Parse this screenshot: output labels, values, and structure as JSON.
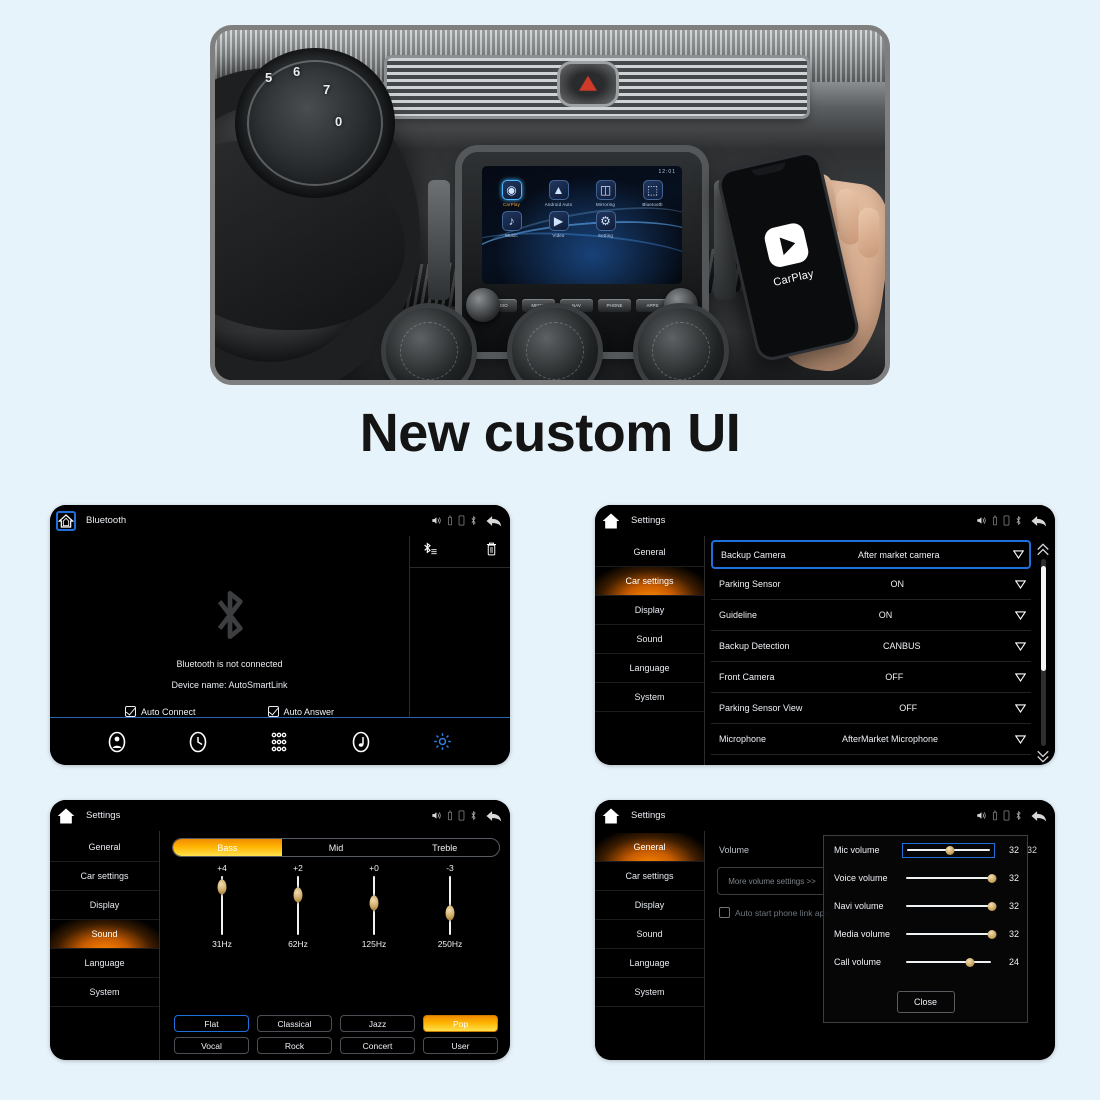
{
  "headline": "New custom UI",
  "hero": {
    "alt_caption": "Car dashboard with head unit showing CarPlay home screen and a hand holding a phone",
    "head_unit": {
      "status_time": "12:01",
      "apps": [
        {
          "label": "CarPlay",
          "icon": "carplay-icon",
          "selected": true
        },
        {
          "label": "Android Auto",
          "icon": "android-auto-icon",
          "selected": false
        },
        {
          "label": "Mirroring",
          "icon": "mirroring-icon",
          "selected": false
        },
        {
          "label": "Bluetooth",
          "icon": "bluetooth-icon",
          "selected": false
        },
        {
          "label": "Music",
          "icon": "music-icon",
          "selected": false
        },
        {
          "label": "Video",
          "icon": "video-icon",
          "selected": false
        },
        {
          "label": "Setting",
          "icon": "settings-icon",
          "selected": false
        }
      ],
      "hard_buttons": [
        "RADIO",
        "MEDIA",
        "NAV",
        "PHONE",
        "APPS"
      ]
    },
    "phone": {
      "app_name": "CarPlay"
    },
    "cluster_numbers": [
      "5",
      "6",
      "7",
      "0"
    ]
  },
  "colors": {
    "page_background": "#e7f3fb",
    "panel_background": "#000000",
    "accent_blue": "#1f6fdc",
    "accent_orange": "#ffb400",
    "accent_orange_deep": "#f08c00",
    "slider_gold": "#c9a45c",
    "text_primary": "#eef1f5"
  },
  "status_icons": [
    "volume-icon",
    "usb-icon",
    "phone-icon",
    "bluetooth-icon",
    "back-arrow-icon"
  ],
  "panels": {
    "bluetooth": {
      "title": "Bluetooth",
      "home_icon": "home-icon",
      "status_message": "Bluetooth is not connected",
      "device_line": "Device name: AutoSmartLink",
      "checkboxes": [
        {
          "label": "Auto Connect",
          "checked": true
        },
        {
          "label": "Auto Answer",
          "checked": true
        }
      ],
      "side_actions": [
        {
          "name": "bluetooth-list-icon"
        },
        {
          "name": "trash-icon"
        }
      ],
      "bottom_nav": [
        {
          "name": "contacts-icon",
          "active": false
        },
        {
          "name": "call-history-icon",
          "active": false
        },
        {
          "name": "dialpad-icon",
          "active": false
        },
        {
          "name": "music-note-icon",
          "active": false
        },
        {
          "name": "settings-gear-icon",
          "active": true
        }
      ]
    },
    "car_settings": {
      "title": "Settings",
      "sidebar": [
        {
          "label": "General",
          "active": false
        },
        {
          "label": "Car settings",
          "active": true
        },
        {
          "label": "Display",
          "active": false
        },
        {
          "label": "Sound",
          "active": false
        },
        {
          "label": "Language",
          "active": false
        },
        {
          "label": "System",
          "active": false
        }
      ],
      "rows": [
        {
          "label": "Backup Camera",
          "value": "After market camera",
          "selected": true
        },
        {
          "label": "Parking Sensor",
          "value": "ON",
          "selected": false
        },
        {
          "label": "Guideline",
          "value": "ON",
          "selected": false
        },
        {
          "label": "Backup Detection",
          "value": "CANBUS",
          "selected": false
        },
        {
          "label": "Front Camera",
          "value": "OFF",
          "selected": false
        },
        {
          "label": "Parking Sensor View",
          "value": "OFF",
          "selected": false
        },
        {
          "label": "Microphone",
          "value": "AfterMarket Microphone",
          "selected": false
        }
      ],
      "scroll": {
        "up_icon": "chevron-double-up-icon",
        "down_icon": "chevron-double-down-icon",
        "thumb_top_pct": 4,
        "thumb_height_pct": 56
      }
    },
    "sound": {
      "title": "Settings",
      "sidebar": [
        {
          "label": "General",
          "active": false
        },
        {
          "label": "Car settings",
          "active": false
        },
        {
          "label": "Display",
          "active": false
        },
        {
          "label": "Sound",
          "active": true
        },
        {
          "label": "Language",
          "active": false
        },
        {
          "label": "System",
          "active": false
        }
      ],
      "tabs": [
        {
          "label": "Bass",
          "active": true
        },
        {
          "label": "Mid",
          "active": false
        },
        {
          "label": "Treble",
          "active": false
        }
      ],
      "bands": [
        {
          "value": "+4",
          "freq": "31Hz",
          "thumb_pct": 18
        },
        {
          "value": "+2",
          "freq": "62Hz",
          "thumb_pct": 33
        },
        {
          "value": "+0",
          "freq": "125Hz",
          "thumb_pct": 45
        },
        {
          "value": "-3",
          "freq": "250Hz",
          "thumb_pct": 62
        }
      ],
      "presets": [
        {
          "label": "Flat",
          "state": "selected"
        },
        {
          "label": "Classical",
          "state": "normal"
        },
        {
          "label": "Jazz",
          "state": "normal"
        },
        {
          "label": "Pop",
          "state": "active"
        },
        {
          "label": "Vocal",
          "state": "normal"
        },
        {
          "label": "Rock",
          "state": "normal"
        },
        {
          "label": "Concert",
          "state": "normal"
        },
        {
          "label": "User",
          "state": "normal"
        }
      ]
    },
    "volume": {
      "title": "Settings",
      "sidebar": [
        {
          "label": "General",
          "active": true
        },
        {
          "label": "Car settings",
          "active": false
        },
        {
          "label": "Display",
          "active": false
        },
        {
          "label": "Sound",
          "active": false
        },
        {
          "label": "Language",
          "active": false
        },
        {
          "label": "System",
          "active": false
        }
      ],
      "background": {
        "volume_label": "Volume",
        "volume_value": "32",
        "more_settings_button": "More volume settings >>",
        "auto_start_checkbox": "Auto start phone link app"
      },
      "dialog": {
        "rows": [
          {
            "label": "Mic volume",
            "value": "32",
            "pct": 52,
            "selected": true
          },
          {
            "label": "Voice volume",
            "value": "32",
            "pct": 97,
            "selected": false
          },
          {
            "label": "Navi volume",
            "value": "32",
            "pct": 97,
            "selected": false
          },
          {
            "label": "Media volume",
            "value": "32",
            "pct": 97,
            "selected": false
          },
          {
            "label": "Call volume",
            "value": "24",
            "pct": 73,
            "selected": false
          }
        ],
        "close_label": "Close"
      }
    }
  }
}
